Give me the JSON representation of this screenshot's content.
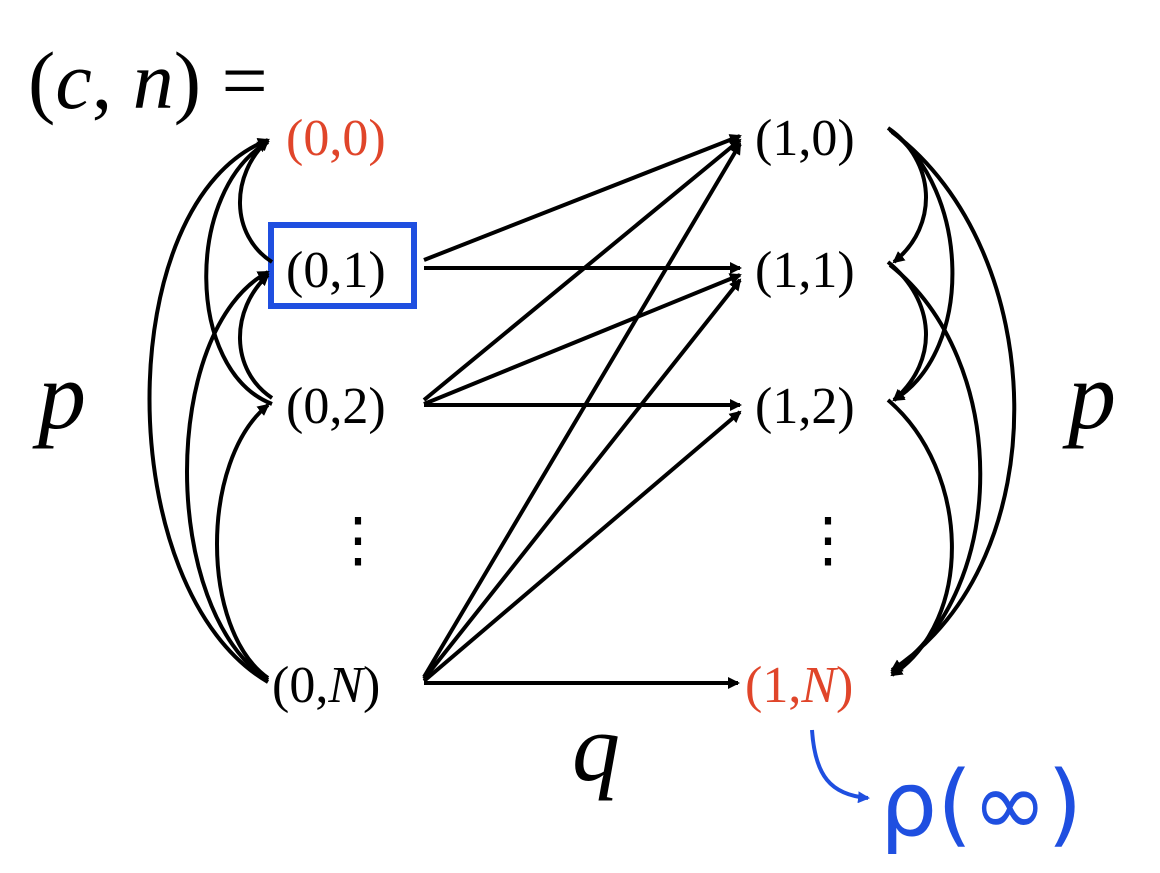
{
  "header": {
    "prefix": "(",
    "c": "c",
    "comma": ", ",
    "n": "n",
    "suffix": ") ="
  },
  "nodes": {
    "n00": {
      "label": "(0,0)"
    },
    "n01": {
      "label": "(0,1)"
    },
    "n02": {
      "label": "(0,2)"
    },
    "n0N": {
      "pre": "(0,",
      "var": "N",
      "post": ")"
    },
    "n10": {
      "label": "(1,0)"
    },
    "n11": {
      "label": "(1,1)"
    },
    "n12": {
      "label": "(1,2)"
    },
    "n1N": {
      "pre": "(1,",
      "var": "N",
      "post": ")"
    }
  },
  "dots": {
    "left": "⋮",
    "right": "⋮"
  },
  "labels": {
    "p_left": "p",
    "p_right": "p",
    "q": "q"
  },
  "output": {
    "rho": "ρ(∞)"
  },
  "colors": {
    "ink": "#000000",
    "absorbing": "#e0452a",
    "highlight": "#1f4fe0"
  }
}
